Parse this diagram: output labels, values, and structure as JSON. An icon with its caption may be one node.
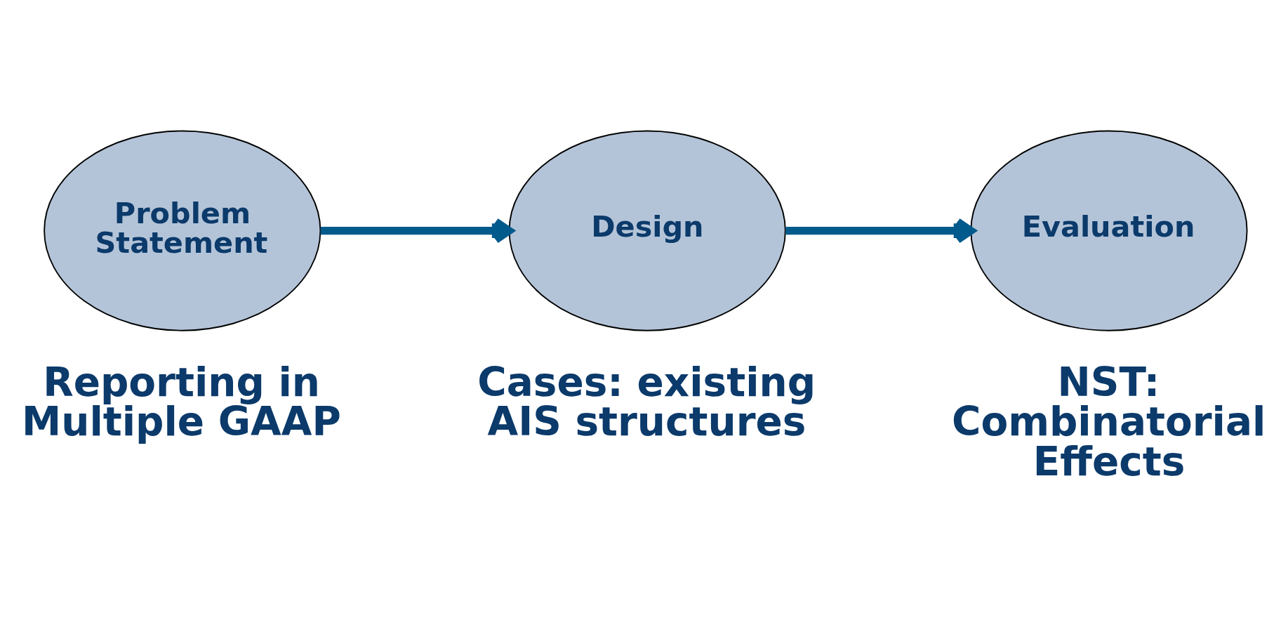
{
  "diagram": {
    "nodes": [
      {
        "text": [
          "Problem Statement"
        ],
        "beside": [
          "Reporting in Multiple GAAP"
        ]
      },
      {
        "text": [
          "Design"
        ],
        "beside": [
          "Cases: existing AIS structures"
        ]
      },
      {
        "text": [
          "Evaluation"
        ],
        "beside": [
          "NST: Combinatorial Effects"
        ]
      }
    ],
    "edges": [
      {
        "from": 0,
        "to": 1,
        "arrow": "to"
      },
      {
        "from": 1,
        "to": 2,
        "arrow": "to"
      }
    ]
  }
}
